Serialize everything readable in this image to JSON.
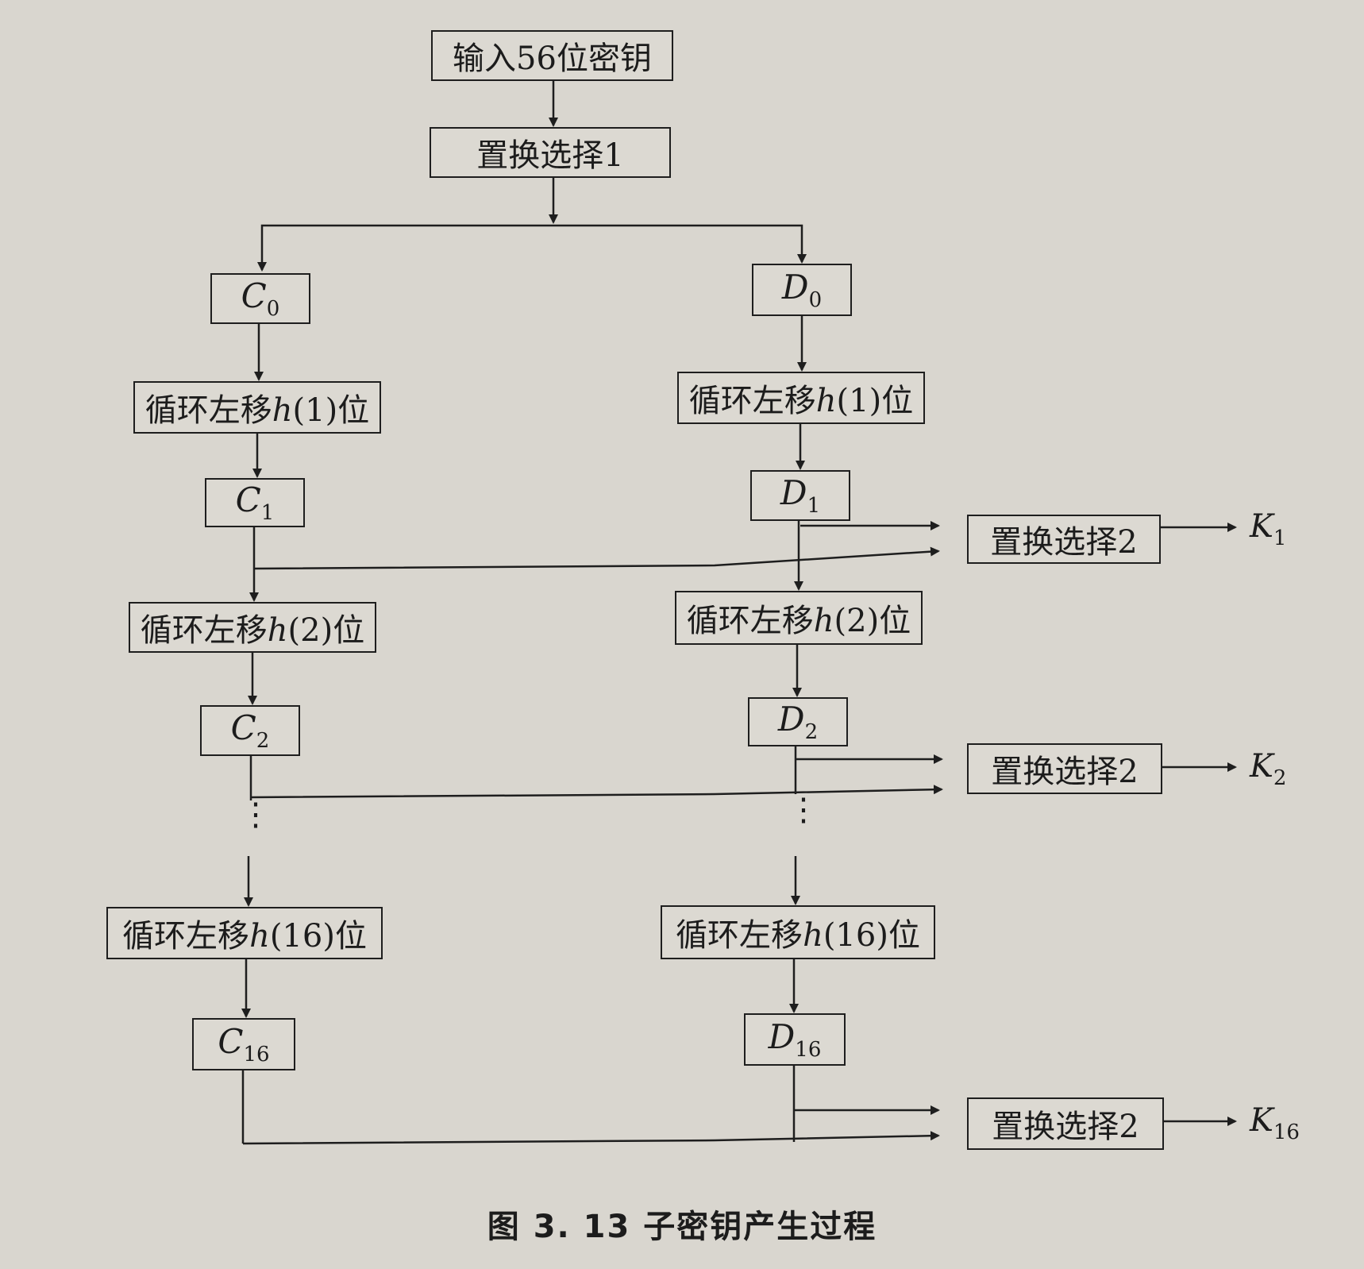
{
  "diagram": {
    "input_label": "输入56位密钥",
    "pc1_label": "置换选择1",
    "pc2_label": "置换选择2",
    "shift_prefix": "循环左移",
    "shift_var": "h",
    "shift_suffix": "位",
    "shift_rounds": [
      "(1)",
      "(2)",
      "(16)"
    ],
    "c_letter": "C",
    "d_letter": "D",
    "subscripts": [
      "0",
      "1",
      "2",
      "16"
    ],
    "k_letter": "K",
    "k_subscripts": [
      "1",
      "2",
      "16"
    ],
    "ellipsis": "⋮",
    "caption": "图 3. 13   子密钥产生过程"
  }
}
